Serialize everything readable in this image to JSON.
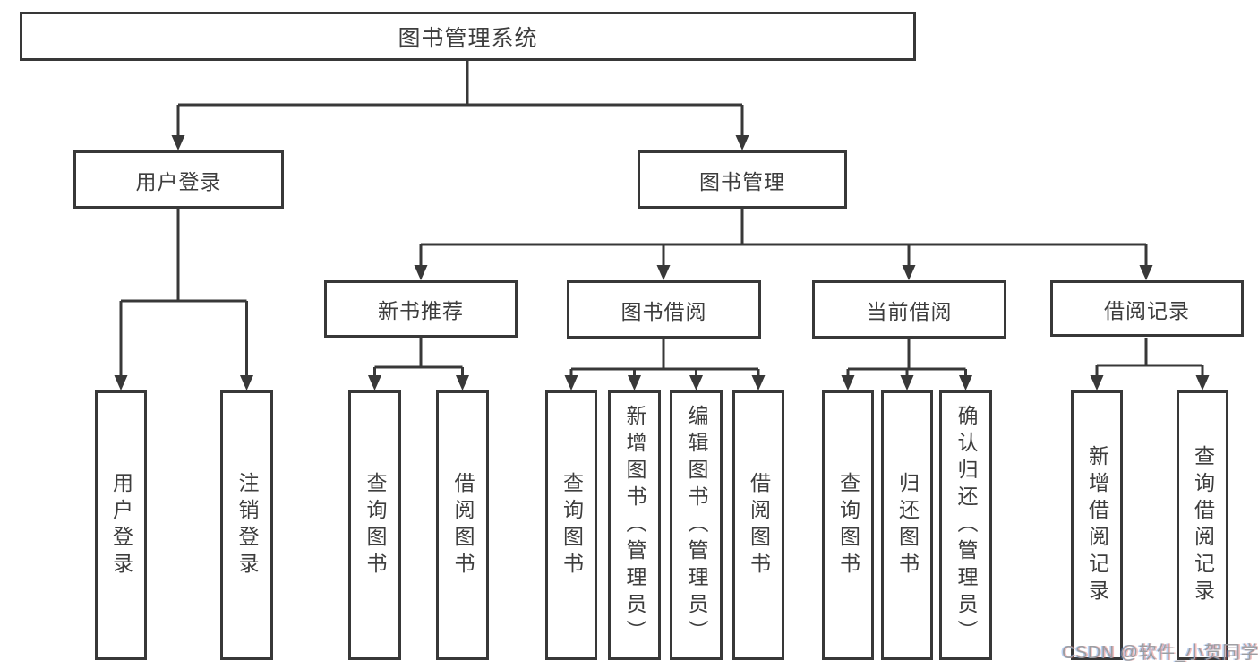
{
  "diagram": {
    "root": {
      "label": "图书管理系统"
    },
    "level2": [
      {
        "id": "user-login",
        "label": "用户登录",
        "parent": "root"
      },
      {
        "id": "book-management",
        "label": "图书管理",
        "parent": "root"
      }
    ],
    "level3": [
      {
        "id": "new-book-recommend",
        "label": "新书推荐",
        "parent": "book-management"
      },
      {
        "id": "book-borrow",
        "label": "图书借阅",
        "parent": "book-management"
      },
      {
        "id": "current-borrow",
        "label": "当前借阅",
        "parent": "book-management"
      },
      {
        "id": "borrow-records",
        "label": "借阅记录",
        "parent": "book-management"
      }
    ],
    "leaves": [
      {
        "label": "用户登录",
        "parent": "user-login"
      },
      {
        "label": "注销登录",
        "parent": "user-login"
      },
      {
        "label": "查询图书",
        "parent": "new-book-recommend"
      },
      {
        "label": "借阅图书",
        "parent": "new-book-recommend"
      },
      {
        "label": "查询图书",
        "parent": "book-borrow"
      },
      {
        "label": "新增图书（管理员）",
        "parent": "book-borrow"
      },
      {
        "label": "编辑图书（管理员）",
        "parent": "book-borrow"
      },
      {
        "label": "借阅图书",
        "parent": "book-borrow"
      },
      {
        "label": "查询图书",
        "parent": "current-borrow"
      },
      {
        "label": "归还图书",
        "parent": "current-borrow"
      },
      {
        "label": "确认归还（管理员）",
        "parent": "current-borrow"
      },
      {
        "label": "新增借阅记录",
        "parent": "borrow-records"
      },
      {
        "label": "查询借阅记录",
        "parent": "borrow-records"
      }
    ]
  },
  "watermark": {
    "text": "CSDN @软件_小贺同学"
  },
  "colors": {
    "line": "#383838",
    "box_border": "#383838",
    "text": "#3d3d3d",
    "watermark": "#9b9da1",
    "background": "#ffffff"
  }
}
